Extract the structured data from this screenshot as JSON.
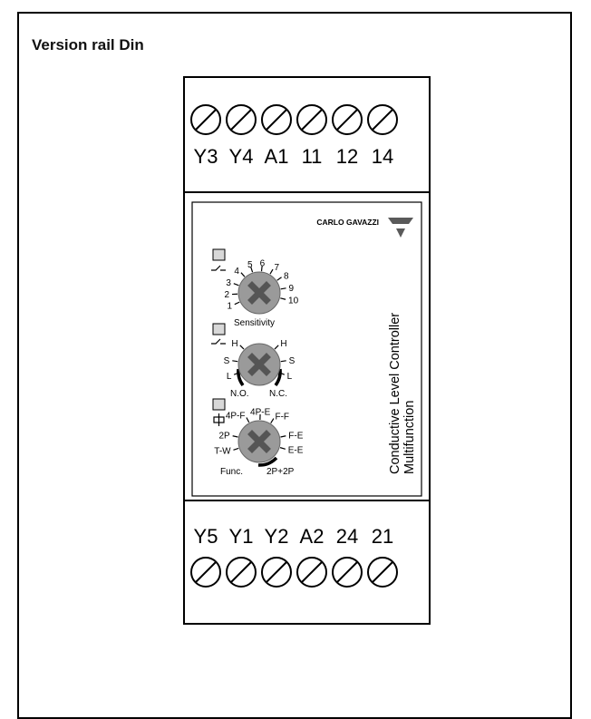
{
  "title": "Version rail Din",
  "top_terminals": [
    "Y3",
    "Y4",
    "A1",
    "11",
    "12",
    "14"
  ],
  "bottom_terminals": [
    "Y5",
    "Y1",
    "Y2",
    "A2",
    "24",
    "21"
  ],
  "brand": "CARLO GAVAZZI",
  "product": {
    "line1": "Conductive Level Controller",
    "line2": "Multifunction"
  },
  "dial1": {
    "ticks": [
      "1",
      "2",
      "3",
      "4",
      "5",
      "6",
      "7",
      "8",
      "9",
      "10"
    ],
    "label": "Sensitivity"
  },
  "dial2": {
    "left": [
      "H",
      "S",
      "L"
    ],
    "right": [
      "H",
      "S",
      "L"
    ],
    "label_left": "N.O.",
    "label_right": "N.C."
  },
  "dial3": {
    "left": [
      "T-W",
      "2P",
      "4P-F"
    ],
    "top": "4P-E",
    "right": [
      "F-F",
      "F-E",
      "E-E"
    ],
    "label_left": "Func.",
    "label_right": "2P+2P"
  },
  "colors": {
    "knob": "#9a9a9a",
    "knob_x": "#555555",
    "brand_triangle": "#5a5a5a"
  }
}
